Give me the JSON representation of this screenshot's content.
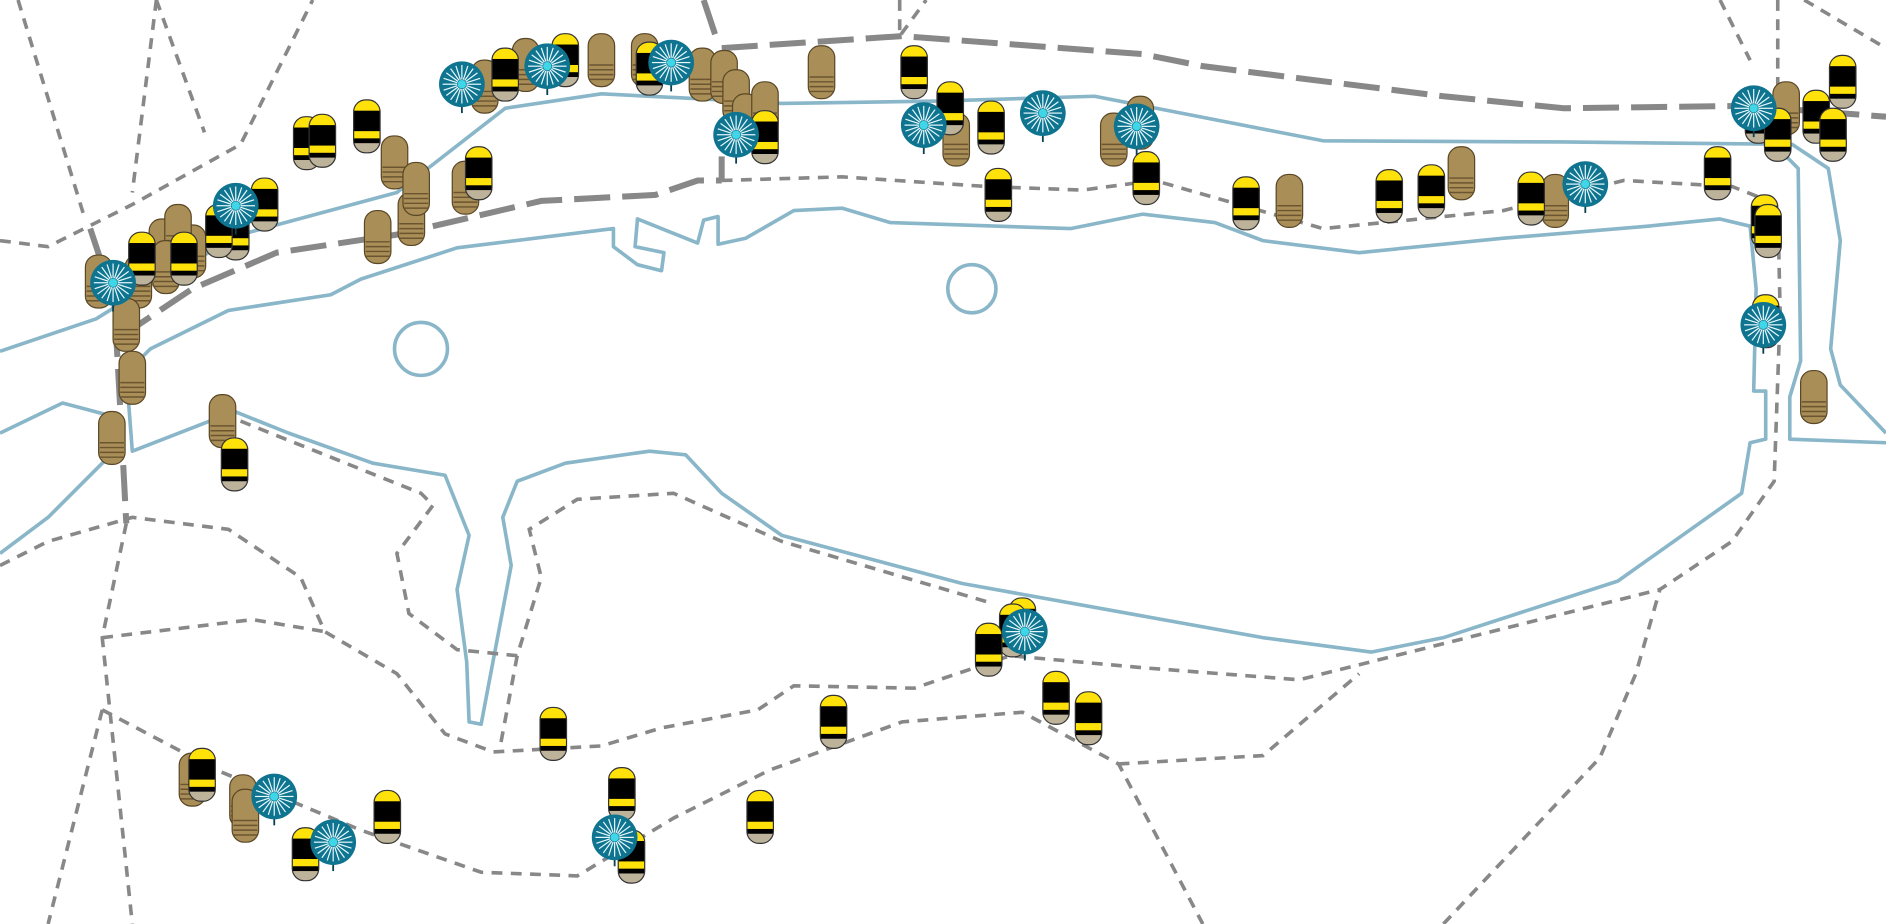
{
  "map": {
    "colors": {
      "background": "#ffffff",
      "water": "#89b6c8",
      "path": "#888888",
      "bee_yellow": "#ffe20a",
      "bee_black": "#000000",
      "bee_base": "#bdb39a",
      "hive": "#a98e57",
      "hive_line": "#6b5530",
      "tree": "#0f7490",
      "tree_center": "#3fd6e8"
    },
    "marker_types": [
      "bee",
      "hive",
      "tree"
    ]
  }
}
